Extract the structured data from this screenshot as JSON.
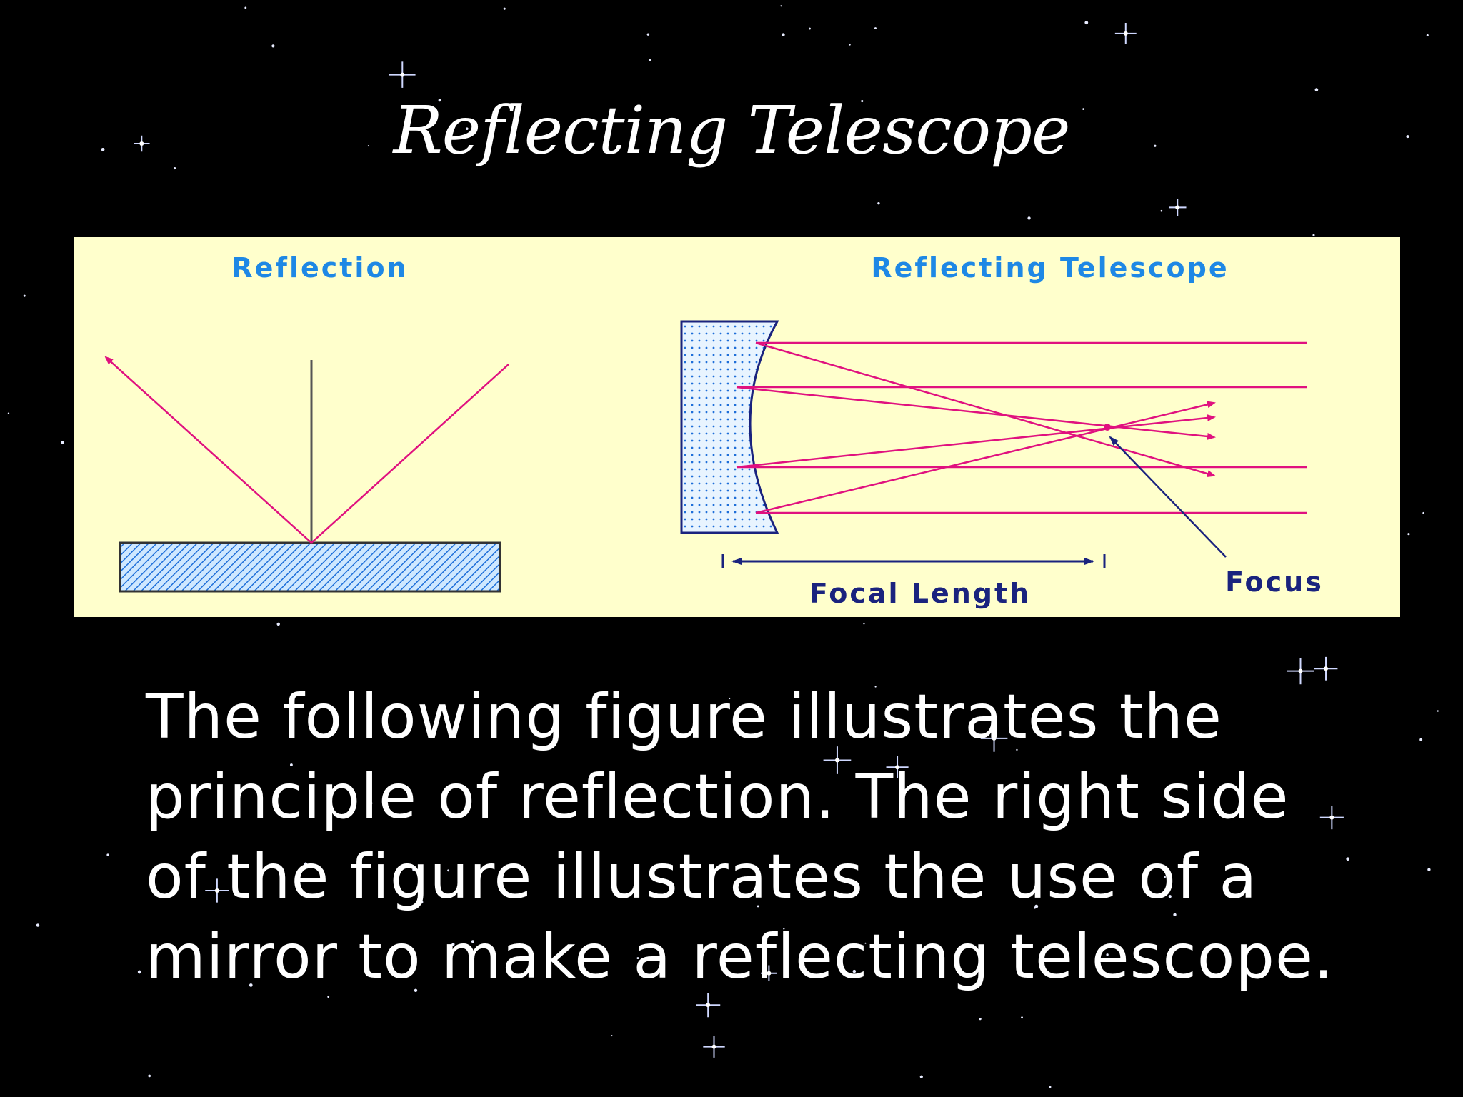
{
  "slide": {
    "title": "Reflecting Telescope",
    "caption": "The following figure illustrates the principle of reflection. The right side of the figure illustrates the use of a mirror to make a reflecting telescope."
  },
  "diagram": {
    "reflection_heading": "Reflection",
    "telescope_heading": "Reflecting Telescope",
    "focal_length_label": "Focal Length",
    "focus_label": "Focus"
  },
  "colors": {
    "background": "#000000",
    "panel": "#ffffcc",
    "heading_blue": "#1e88e5",
    "label_navy": "#1a237e",
    "ray_magenta": "#e0117f",
    "mirror_outline": "#1a237e"
  }
}
